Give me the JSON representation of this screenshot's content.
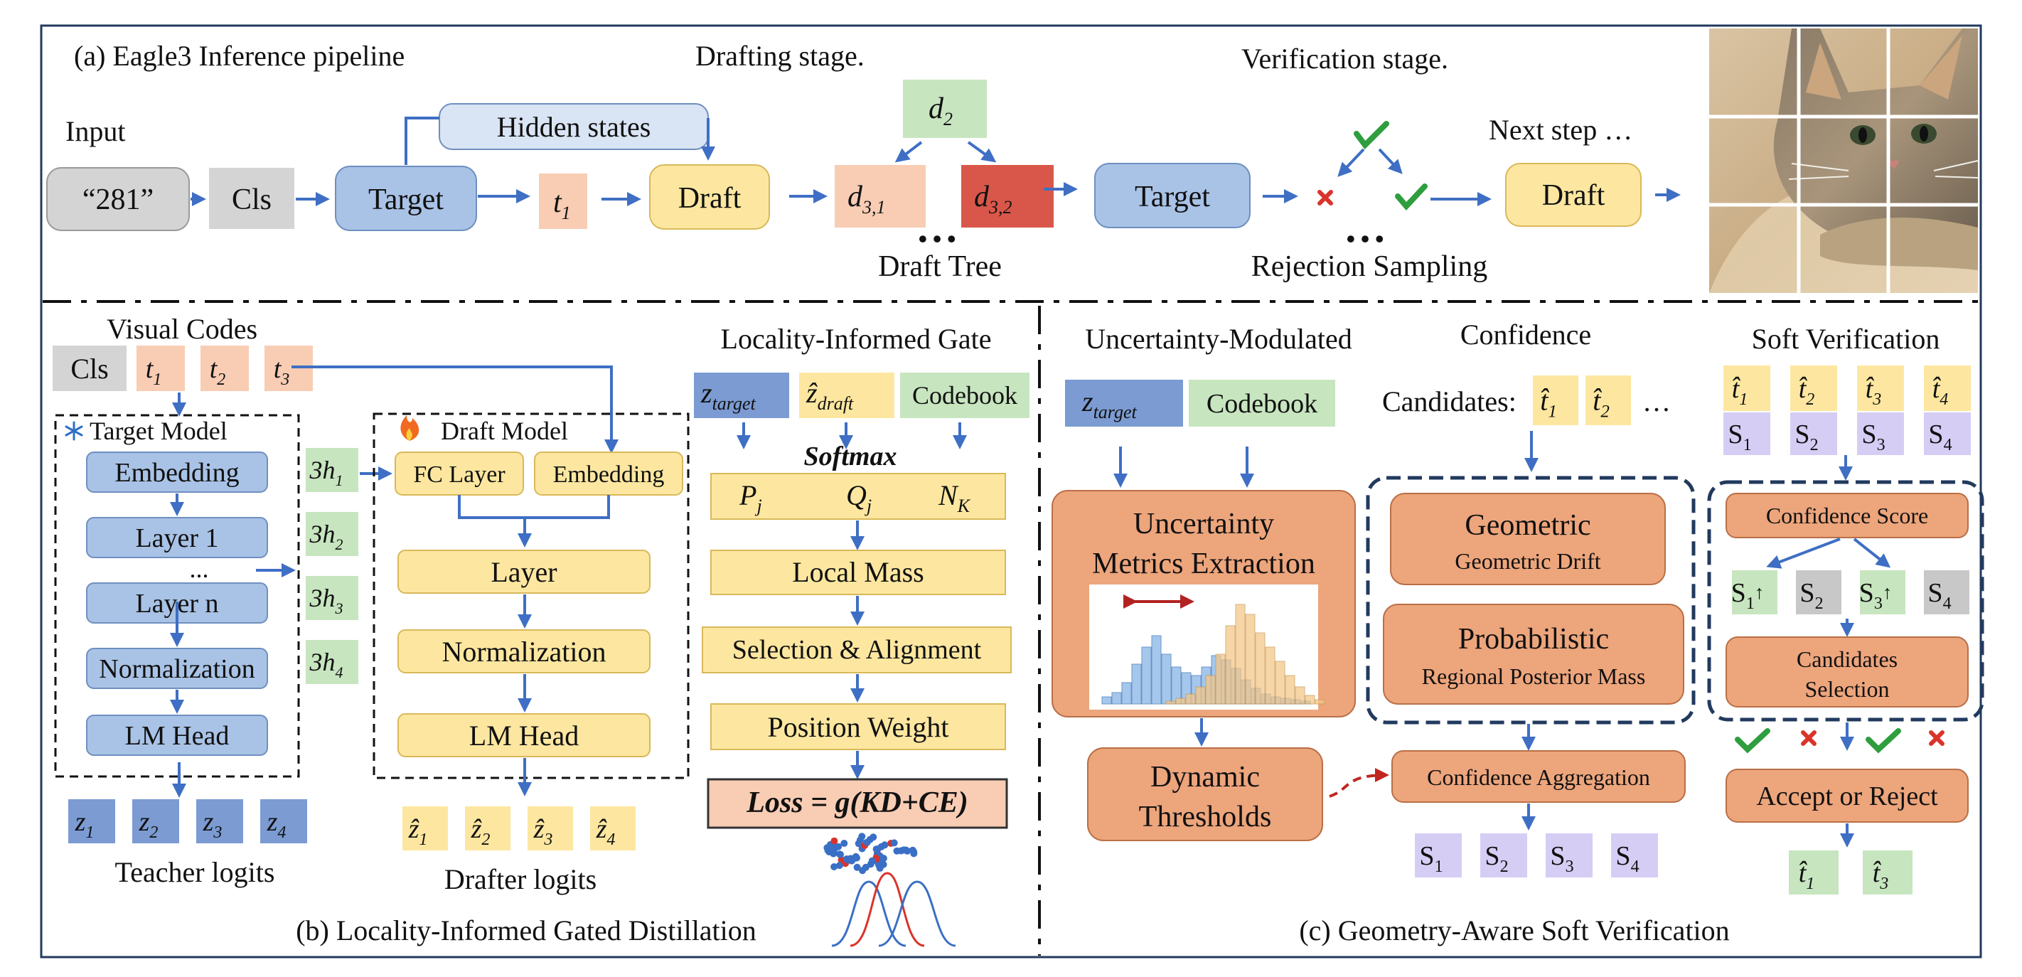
{
  "colors": {
    "frame": "#223a5e",
    "blue_box": "#a9c3e6",
    "blue_stroke": "#6f8fc0",
    "gray_box": "#d4d4d4",
    "peach": "#f8cdb4",
    "red_token": "#d9574a",
    "green": "#c7e5bf",
    "yellow": "#fde7a0",
    "yellow_stroke": "#d9b85a",
    "orange": "#eda57c",
    "orange_stroke": "#b96f47",
    "dark_blue_chip": "#7b9bd2",
    "lavender": "#d6cdf5",
    "arrow": "#3f6fc4",
    "check": "#2f9e3e",
    "cross": "#d9342b",
    "dash_red": "#c0271f"
  },
  "icons": [
    "snowflake-icon",
    "fire-icon",
    "check-icon",
    "cross-icon",
    "cat-photo"
  ],
  "top": {
    "section_label": "(a) Eagle3 Inference pipeline",
    "drafting_label": "Drafting stage.",
    "verification_label": "Verification stage.",
    "input_label": "Input",
    "input_value": "“281”",
    "cls": "Cls",
    "target": "Target",
    "hidden_states": "Hidden states",
    "t1": "t",
    "t1_sub": "1",
    "draft": "Draft",
    "d2": "d",
    "d2_sub": "2",
    "d31": "d",
    "d31_sub": "3,1",
    "d32": "d",
    "d32_sub": "3,2",
    "ellipsis": "…",
    "draft_tree": "Draft Tree",
    "target2": "Target",
    "rejection_sampling": "Rejection Sampling",
    "next_step": "Next step …",
    "draft2": "Draft"
  },
  "left": {
    "visual_codes": "Visual Codes",
    "cls": "Cls",
    "tokens": [
      {
        "base": "t",
        "sub": "1"
      },
      {
        "base": "t",
        "sub": "2"
      },
      {
        "base": "t",
        "sub": "3"
      }
    ],
    "target_model": "Target Model",
    "target_layers": [
      "Embedding",
      "Layer 1",
      "...",
      "Layer n",
      "Normalization",
      "LM Head"
    ],
    "hidden": [
      {
        "base": "3h",
        "sub": "1"
      },
      {
        "base": "3h",
        "sub": "2"
      },
      {
        "base": "3h",
        "sub": "3"
      },
      {
        "base": "3h",
        "sub": "4"
      }
    ],
    "draft_model": "Draft Model",
    "fc_layer": "FC Layer",
    "embedding": "Embedding",
    "draft_layers": [
      "Layer",
      "Normalization",
      "LM Head"
    ],
    "teacher": [
      {
        "base": "z",
        "sub": "1"
      },
      {
        "base": "z",
        "sub": "2"
      },
      {
        "base": "z",
        "sub": "3"
      },
      {
        "base": "z",
        "sub": "4"
      }
    ],
    "teacher_label": "Teacher logits",
    "drafter": [
      {
        "base": "ẑ",
        "sub": "1"
      },
      {
        "base": "ẑ",
        "sub": "2"
      },
      {
        "base": "ẑ",
        "sub": "3"
      },
      {
        "base": "ẑ",
        "sub": "4"
      }
    ],
    "drafter_label": "Drafter logits",
    "gate_title": "Locality-Informed Gate",
    "z_target": "z",
    "z_target_sub": "target",
    "z_draft": "ẑ",
    "z_draft_sub": "draft",
    "codebook": "Codebook",
    "softmax": "Softmax",
    "pj": "P",
    "pj_sub": "j",
    "qj": "Q",
    "qj_sub": "j",
    "nk": "N",
    "nk_sub": "K",
    "local_mass": "Local Mass",
    "selection": "Selection & Alignment",
    "position_weight": "Position Weight",
    "loss": "Loss = g(KD+CE)",
    "section_label": "(b) Locality-Informed Gated Distillation"
  },
  "right": {
    "um_title": "Uncertainty-Modulated",
    "z_target": "z",
    "z_target_sub": "target",
    "codebook": "Codebook",
    "uncertainty_box": [
      "Uncertainty",
      "Metrics Extraction"
    ],
    "dynamic": [
      "Dynamic",
      "Thresholds"
    ],
    "confidence_title": "Confidence",
    "candidates_label": "Candidates:",
    "candidates": [
      {
        "base": "t̂",
        "sub": "1"
      },
      {
        "base": "t̂",
        "sub": "2"
      }
    ],
    "candidates_more": "…",
    "geometric": "Geometric",
    "geometric_sub": "Geometric Drift",
    "probabilistic": "Probabilistic",
    "probabilistic_sub": "Regional Posterior Mass",
    "aggregation": "Confidence Aggregation",
    "scores": [
      {
        "base": "S",
        "sub": "1"
      },
      {
        "base": "S",
        "sub": "2"
      },
      {
        "base": "S",
        "sub": "3"
      },
      {
        "base": "S",
        "sub": "4"
      }
    ],
    "sv_title": "Soft Verification",
    "sv_tokens": [
      {
        "base": "t̂",
        "sub": "1"
      },
      {
        "base": "t̂",
        "sub": "2"
      },
      {
        "base": "t̂",
        "sub": "3"
      },
      {
        "base": "t̂",
        "sub": "4"
      }
    ],
    "sv_scores": [
      {
        "base": "S",
        "sub": "1"
      },
      {
        "base": "S",
        "sub": "2"
      },
      {
        "base": "S",
        "sub": "3"
      },
      {
        "base": "S",
        "sub": "4"
      }
    ],
    "confidence_score": "Confidence Score",
    "ranked": [
      {
        "base": "S",
        "sub": "1",
        "mark": "↑"
      },
      {
        "base": "S",
        "sub": "2",
        "mark": ""
      },
      {
        "base": "S",
        "sub": "3",
        "mark": "↑"
      },
      {
        "base": "S",
        "sub": "4",
        "mark": ""
      }
    ],
    "candidates_selection": [
      "Candidates",
      "Selection"
    ],
    "accept_reject": "Accept or Reject",
    "accepted": [
      {
        "base": "t̂",
        "sub": "1"
      },
      {
        "base": "t̂",
        "sub": "3"
      }
    ],
    "section_label": "(c) Geometry-Aware Soft Verification"
  }
}
